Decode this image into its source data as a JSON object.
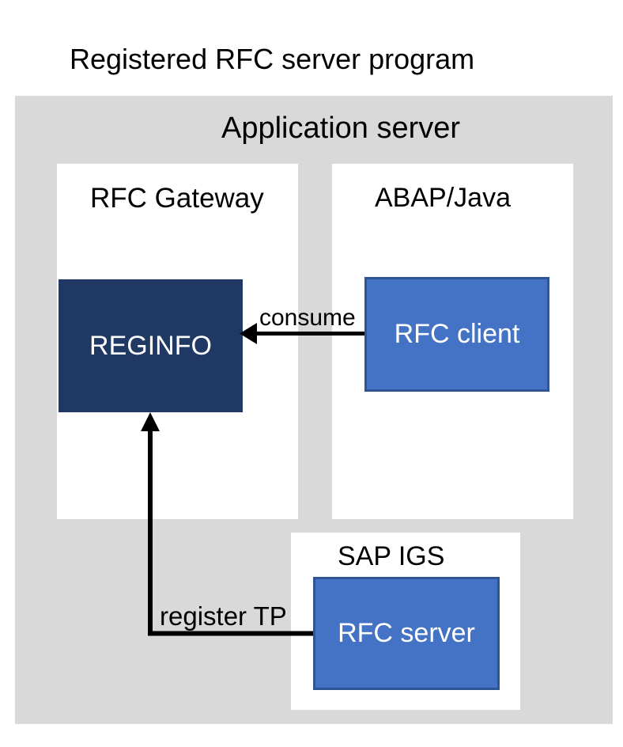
{
  "title": "Registered RFC server program",
  "application_server": {
    "label": "Application server",
    "rfc_gateway": {
      "label": "RFC Gateway",
      "reginfo_label": "REGINFO"
    },
    "abap_java": {
      "label": "ABAP/Java",
      "rfc_client_label": "RFC client"
    }
  },
  "sap_igs": {
    "label": "SAP IGS",
    "rfc_server_label": "RFC server"
  },
  "connections": {
    "consume_label": "consume",
    "register_label": "register TP"
  },
  "colors": {
    "background": "#FFFFFF",
    "panel_gray": "#D9D9D9",
    "navy": "#1F3864",
    "blue": "#4472C4",
    "blue_border": "#2F5597",
    "arrow": "#000000",
    "text": "#000000",
    "box_text": "#FFFFFF"
  }
}
